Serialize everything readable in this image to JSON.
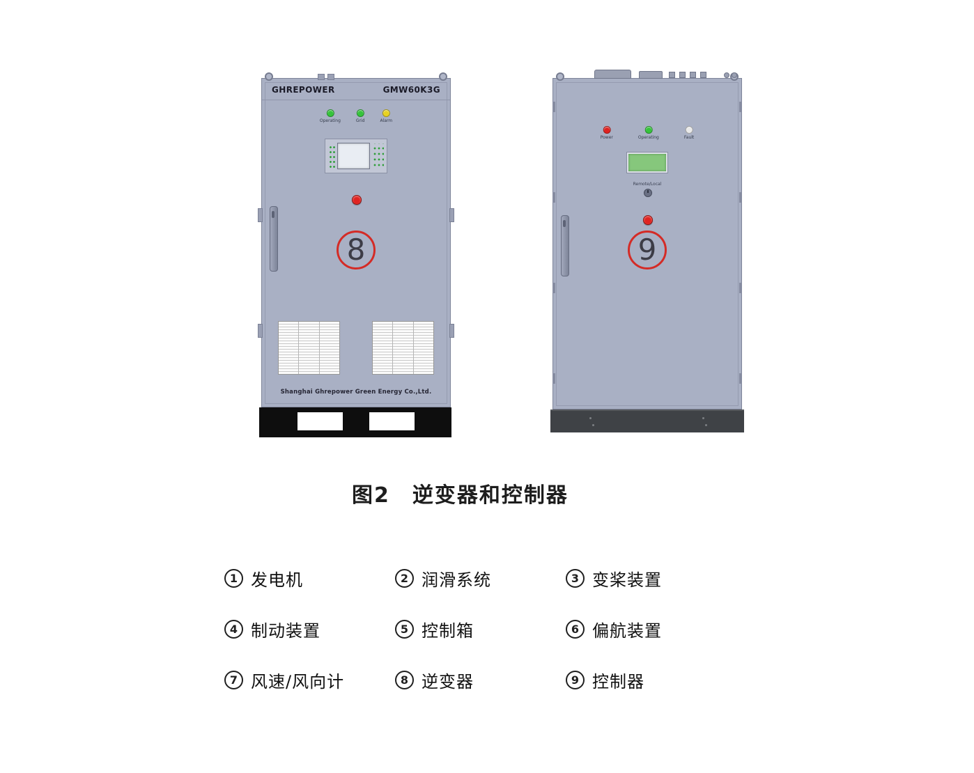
{
  "figure": {
    "caption": "图2　逆变器和控制器"
  },
  "left_cabinet": {
    "role": "inverter",
    "brand": "GHREPOWER",
    "model": "GMW60K3G",
    "leds": [
      {
        "label": "Operating",
        "color": "#35c43b"
      },
      {
        "label": "Grid",
        "color": "#35c43b"
      },
      {
        "label": "Alarm",
        "color": "#e8d221"
      }
    ],
    "number": "8",
    "footer": "Shanghai Ghrepower Green Energy Co.,Ltd."
  },
  "right_cabinet": {
    "role": "controller",
    "leds": [
      {
        "label": "Power",
        "color": "#e02321"
      },
      {
        "label": "Operating",
        "color": "#35c43b"
      },
      {
        "label": "Fault",
        "color": "#e9e9e9"
      }
    ],
    "switch_label": "Remote/Local",
    "number": "9"
  },
  "legend": {
    "items": [
      {
        "num": "1",
        "label": "发电机"
      },
      {
        "num": "2",
        "label": "润滑系统"
      },
      {
        "num": "3",
        "label": "变桨装置"
      },
      {
        "num": "4",
        "label": "制动装置"
      },
      {
        "num": "5",
        "label": "控制箱"
      },
      {
        "num": "6",
        "label": "偏航装置"
      },
      {
        "num": "7",
        "label": "风速/风向计"
      },
      {
        "num": "8",
        "label": "逆变器"
      },
      {
        "num": "9",
        "label": "控制器"
      }
    ]
  },
  "colors": {
    "cabinet_body": "#a9b0c4",
    "callout_circle_red": "#d42b26",
    "button_red": "#e02321",
    "lcd_green": "#86c77c",
    "pallet_black": "#0e0e0e",
    "base_dark_gray": "#3f4246"
  }
}
